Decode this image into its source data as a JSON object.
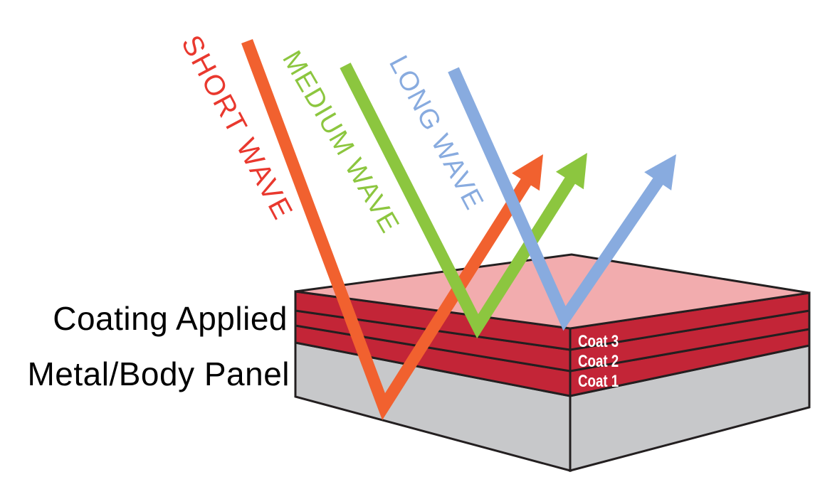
{
  "colors": {
    "background": "#FFFFFF",
    "outline": "#231F20",
    "coating_top": "#F2ACAE",
    "coat_layer": "#C32537",
    "metal_panel": "#C7C8CA",
    "short_wave": "#F1612F",
    "short_wave_text": "#E9382E",
    "medium_wave": "#8CC63F",
    "medium_wave_text": "#8CC63F",
    "long_wave": "#88ABDF",
    "long_wave_text": "#88ABDF",
    "coat_label_text": "#FFFFFF",
    "panel_label_text": "#000000"
  },
  "waves": [
    {
      "id": "short",
      "label": "SHORT WAVE"
    },
    {
      "id": "medium",
      "label": "MEDIUM WAVE"
    },
    {
      "id": "long",
      "label": "LONG WAVE"
    }
  ],
  "panel": {
    "coating_label": "Coating Applied",
    "metal_label": "Metal/Body Panel",
    "coats": [
      {
        "label": "Coat 3"
      },
      {
        "label": "Coat 2"
      },
      {
        "label": "Coat 1"
      }
    ]
  }
}
